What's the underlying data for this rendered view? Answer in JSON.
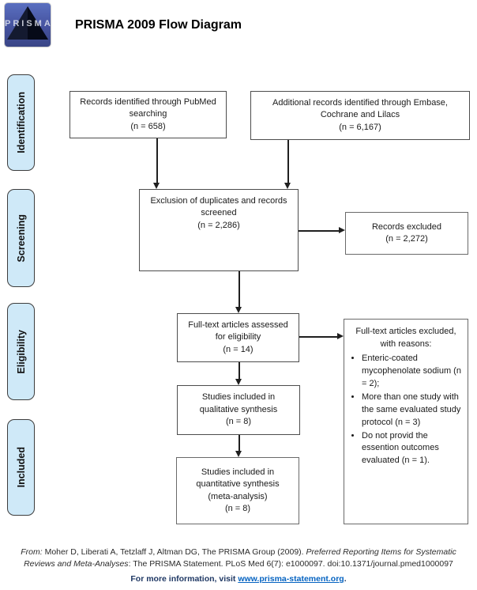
{
  "header": {
    "title": "PRISMA 2009 Flow Diagram",
    "logo_text": "PRISMA"
  },
  "sidebar": {
    "phases": [
      {
        "label": "Identification"
      },
      {
        "label": "Screening"
      },
      {
        "label": "Eligibility"
      },
      {
        "label": "Included"
      }
    ],
    "tab_fill_color": "#cfe9f8"
  },
  "flow": {
    "pubmed_box": "Records identified through PubMed\nsearching\n(n = 658)",
    "embase_box": "Additional records identified through Embase,\nCochrane and Lilacs\n(n = 6,167)",
    "screening_box": "Exclusion of duplicates and records\nscreened\n(n = 2,286)",
    "records_excluded_box": "Records excluded\n(n = 2,272)",
    "fulltext_box": "Full-text articles assessed\nfor eligibility\n(n = 14)",
    "qualitative_box": "Studies included in\nqualitative synthesis\n(n = 8)",
    "quantitative_box": "Studies included in\nquantitative synthesis\n(meta-analysis)\n(n = 8)",
    "fulltext_excluded": {
      "header": "Full-text articles excluded,\nwith reasons:",
      "bullets": [
        "Enteric-coated mycophenolate sodium (n = 2);",
        "More than one study with the same evaluated study protocol (n = 3)",
        "Do not provid the essention outcomes evaluated (n = 1)."
      ]
    }
  },
  "footer": {
    "from_label": "From:",
    "citation_part1": " Moher D, Liberati A, Tetzlaff J, Altman DG, The PRISMA Group (2009). ",
    "citation_italic": "Preferred Reporting Items for Systematic Reviews and Meta-Analyses",
    "citation_part2": ": The PRISMA Statement. PLoS Med 6(7): e1000097. doi:10.1371/journal.pmed1000097",
    "info_prefix": "For more information, visit ",
    "info_link": "www.prisma-statement.org",
    "info_suffix": ".",
    "link_color": "#0563c1",
    "info_color": "#1f3864"
  }
}
